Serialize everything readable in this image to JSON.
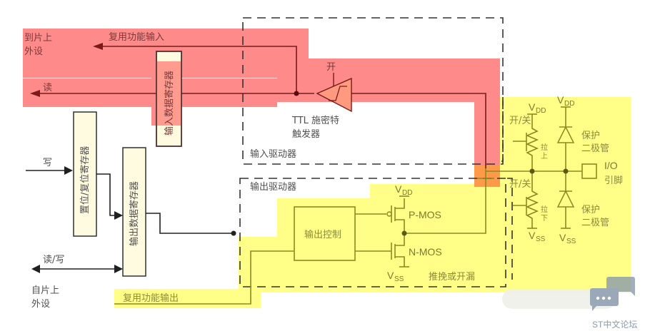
{
  "colors": {
    "input_path": "#ff8a8a",
    "output_path": "#ffff88",
    "overlap": "#ff9a4a",
    "register_fill": "#fffbe0",
    "wire_red": "#7a1a1a",
    "wire_yellow": "#8a8a20",
    "wire_black": "#202020"
  },
  "labels": {
    "to_onchip_periph": [
      "到片上",
      "外设"
    ],
    "alt_func_input": "复用功能输入",
    "read": "读",
    "write": "写",
    "read_write": "读/写",
    "from_onchip_periph": [
      "自片上",
      "外设"
    ],
    "alt_func_output": "复用功能输出",
    "input_data_register": "输入数据寄存器",
    "bit_set_reset_register": "置位/复位寄存器",
    "output_data_register": "输出数据寄存器",
    "schmitt_on": "开",
    "ttl_schmitt": [
      "TTL 施密特",
      "触发器"
    ],
    "input_driver": "输入驱动器",
    "output_driver": "输出驱动器",
    "output_control": "输出控制",
    "p_mos": "P-MOS",
    "n_mos": "N-MOS",
    "push_pull_open_drain": "推挽或开漏",
    "vdd_main": "V",
    "vdd_sub": "DD",
    "vss_main": "V",
    "vss_sub": "SS",
    "on_off": "开/关",
    "pull_up": [
      "拉",
      "上"
    ],
    "pull_down": [
      "拉",
      "下"
    ],
    "protect_diode": [
      "保护",
      "二极管"
    ],
    "io_pin": [
      "I/O",
      "引脚"
    ]
  },
  "watermark": {
    "text": "ST中文论坛",
    "icon": "chat-bubble-icon"
  }
}
